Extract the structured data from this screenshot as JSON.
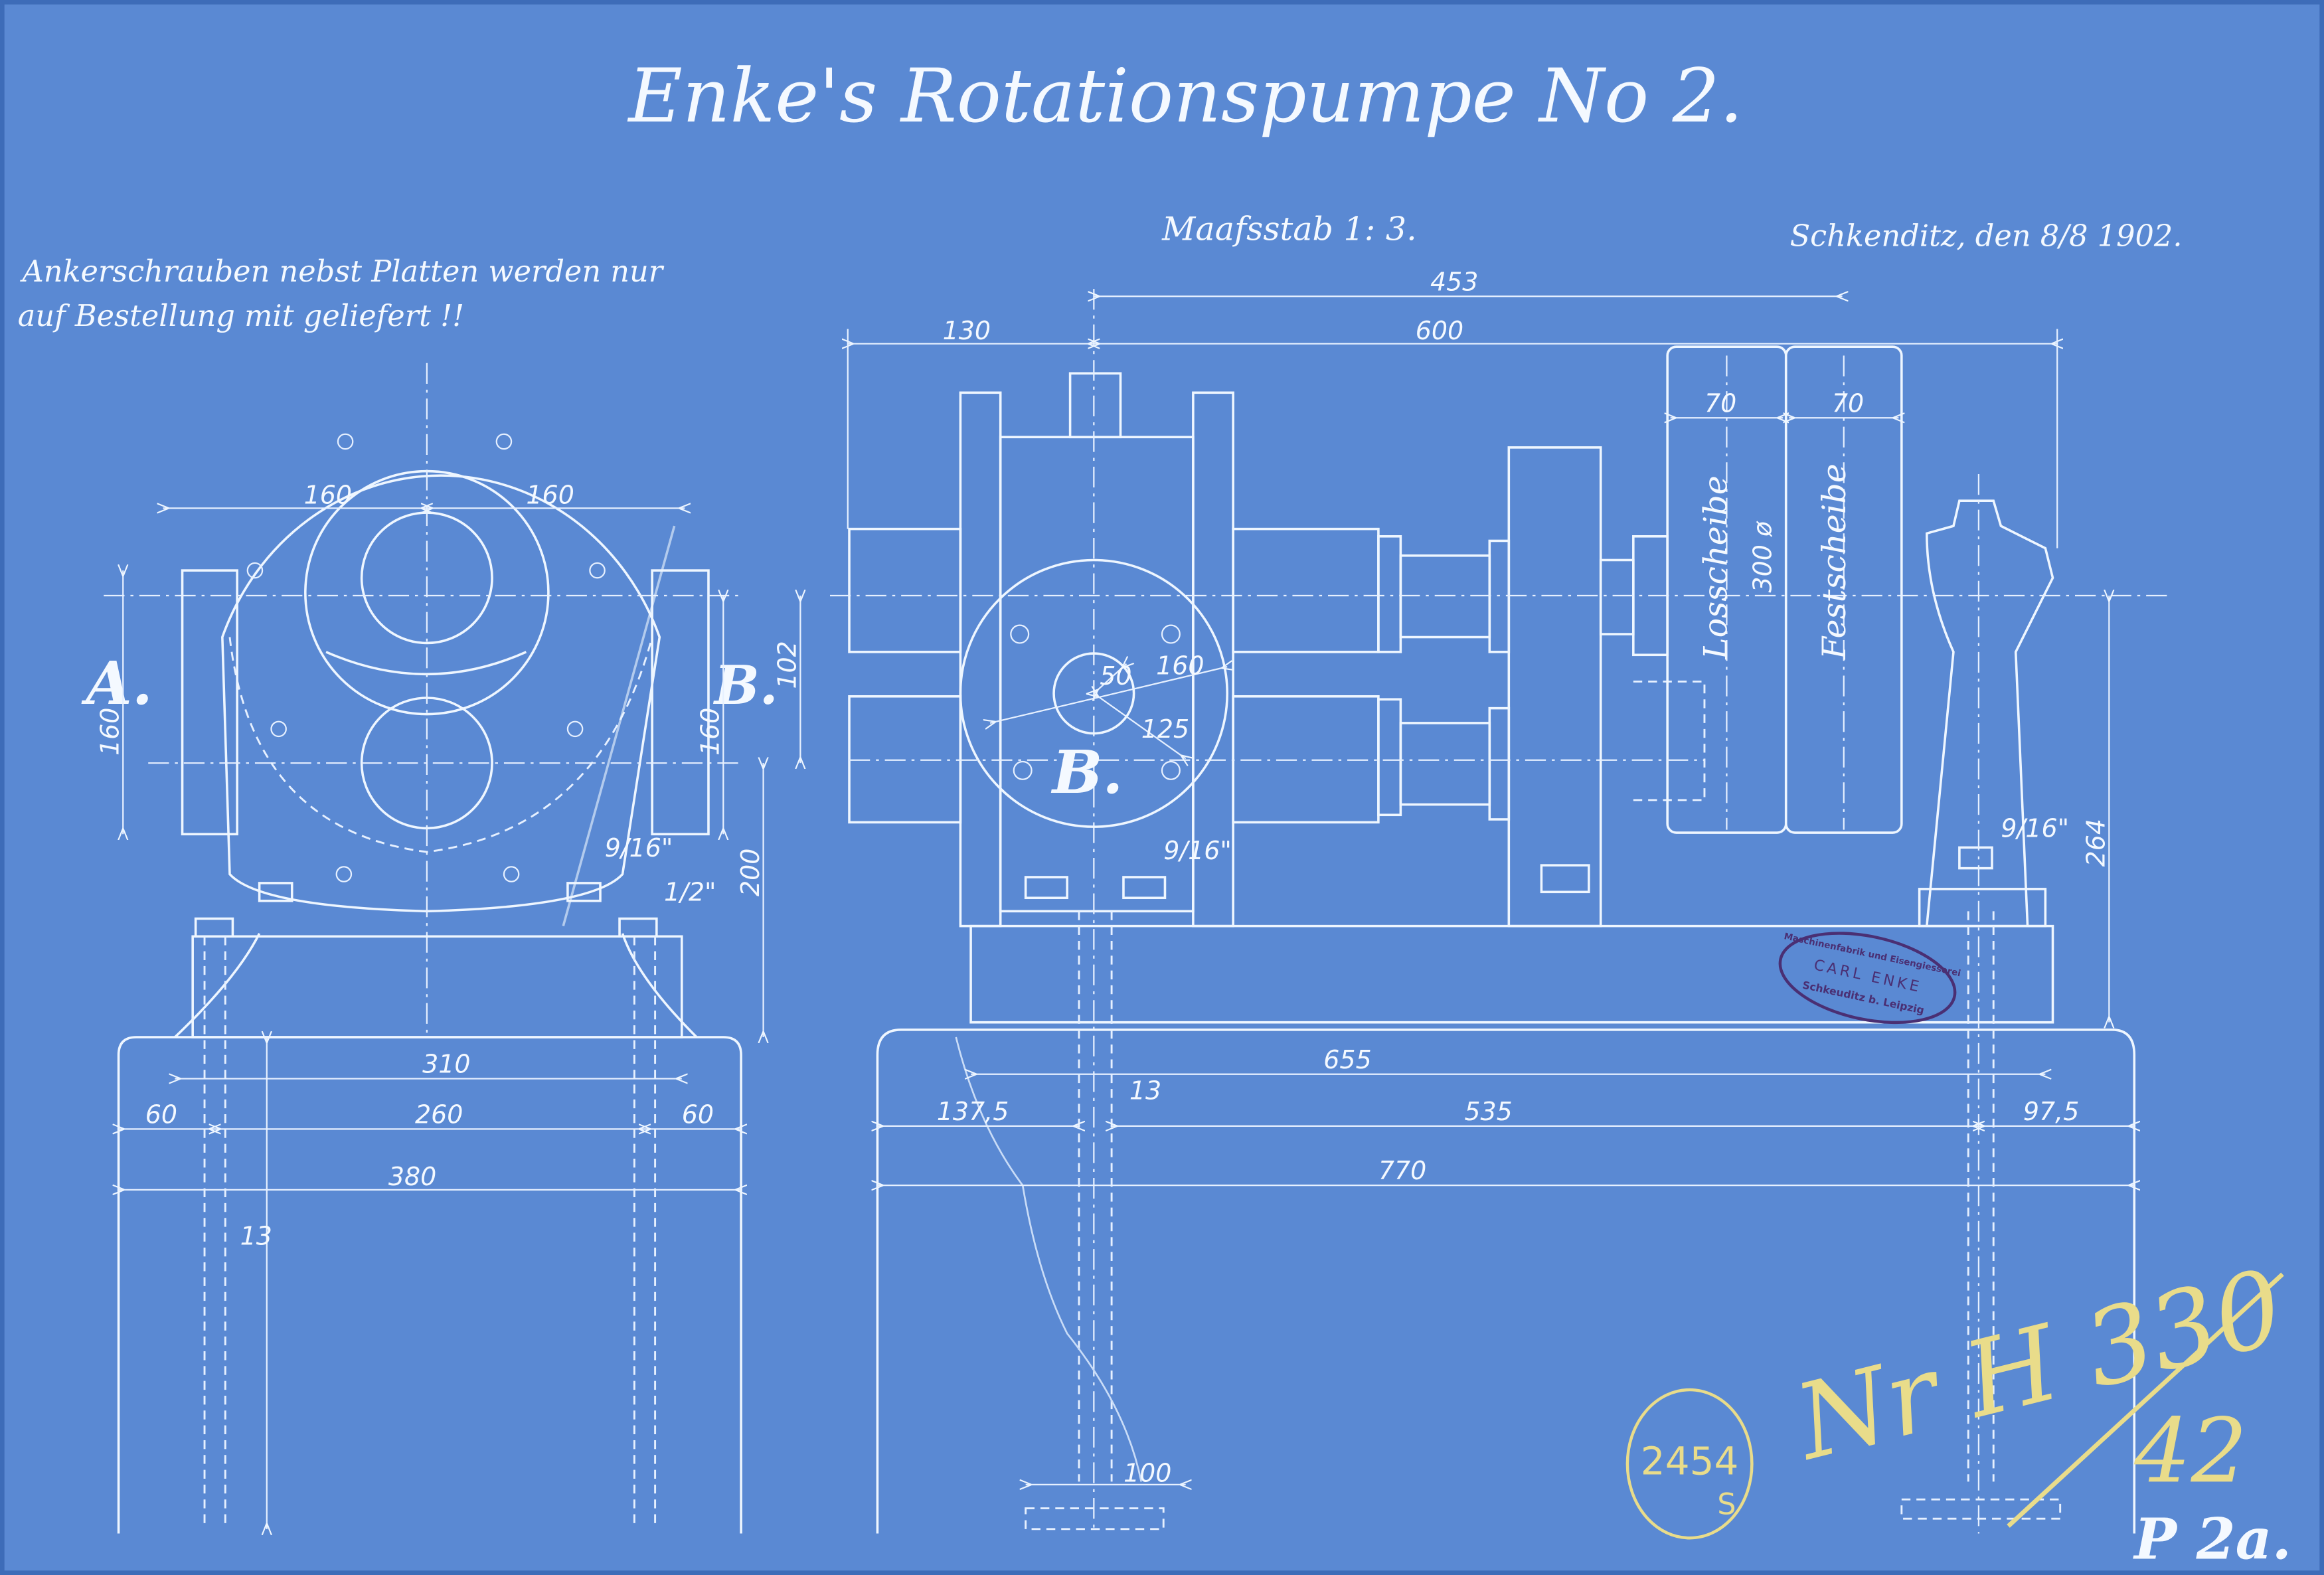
{
  "title": "Enke's Rotationspumpe No 2.",
  "scale": "Maafsstab 1: 3.",
  "place_date": "Schkenditz, den 8/8 1902.",
  "note": {
    "line1": "Ankerschrauben nebst Platten werden nur",
    "line2": "auf Bestellung mit geliefert !!"
  },
  "view_labels": {
    "a": "A.",
    "b_left": "B.",
    "b_right": "B."
  },
  "pulleys": {
    "loose": "Losscheibe",
    "fixed": "Festscheibe",
    "diameter": "300 ø",
    "width_loose": "70",
    "width_fixed": "70"
  },
  "dims_left": {
    "half_left": "160",
    "half_right": "160",
    "height_a": "160",
    "height_b": "160",
    "d102": "102",
    "d200": "200",
    "d310": "310",
    "d260": "260",
    "d60_left": "60",
    "d60_right": "60",
    "d380": "380",
    "d13": "13",
    "bolt": "9/16\"",
    "bolt2": "1/2\""
  },
  "dims_right": {
    "d453": "453",
    "d130": "130",
    "d600": "600",
    "d655": "655",
    "d137_5": "137,5",
    "d13": "13",
    "d535": "535",
    "d97_5": "97,5",
    "d770": "770",
    "d100": "100",
    "d264": "264",
    "r50": "50",
    "d160": "160",
    "d125": "125",
    "bolt": "9/16\"",
    "bolt2": "9/16\""
  },
  "stamp": {
    "line1": "Maschinenfabrik und Eisengiesserei",
    "line2": "CARL ENKE",
    "line3": "Schkeuditz b. Leipzig"
  },
  "annotations": {
    "circled_number": "2454",
    "circled_suffix": "S",
    "chalk_number": "Nr H 330",
    "chalk_sub": "42",
    "sheet": "P 2a."
  },
  "colors": {
    "paper": "#5a89d3",
    "ink": "#eef6ff",
    "stamp": "#4a2f73",
    "chalk": "#e9dc8a"
  }
}
